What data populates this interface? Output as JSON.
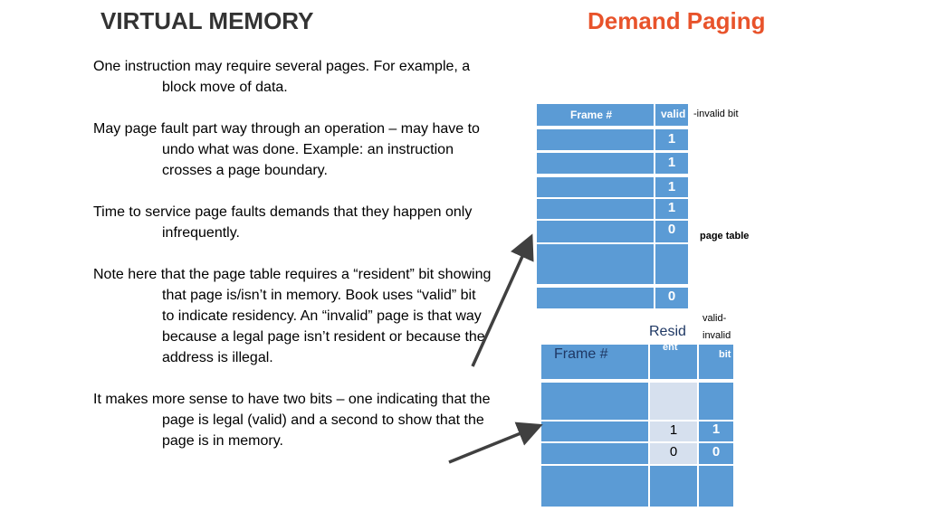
{
  "slide": {
    "title": "VIRTUAL MEMORY",
    "subtitle": "Demand Paging",
    "paragraphs": [
      "One instruction may require several pages. For example, a block move of data.",
      "May page fault part way through an operation – may have to undo what was done. Example: an instruction crosses a page boundary.",
      "Time to service page faults demands that they happen only infrequently.",
      "Note here that the page table requires a “resident” bit showing that page is/isn’t in memory. Book uses “valid” bit to indicate residency. An “invalid” page is that way because a legal page isn’t resident or because the address is illegal.",
      "It makes more sense to have two bits – one indicating that the page is legal (valid) and a second to show that the page is in memory."
    ]
  },
  "table1": {
    "header_frame": "Frame #",
    "header_valid": "valid",
    "header_note": "-invalid bit",
    "valid_values": [
      "1",
      "1",
      "1",
      "1",
      "0",
      "",
      "0"
    ],
    "side_label": "page table",
    "colors": {
      "cell": "#5b9bd5",
      "text": "#ffffff"
    }
  },
  "table2": {
    "header_frame": "Frame #",
    "header_resid_big": "Resid",
    "header_resid_small": "ent",
    "header_valid_top": "valid-",
    "header_valid_mid": "invalid",
    "header_valid_bit": "bit",
    "resident_values": [
      "",
      "1",
      "0",
      ""
    ],
    "valid_values": [
      "",
      "1",
      "0",
      ""
    ],
    "colors": {
      "cell": "#5b9bd5",
      "light": "#d6e0ee"
    }
  },
  "colors": {
    "title": "#333333",
    "accent": "#e8532b",
    "arrow": "#404040"
  }
}
